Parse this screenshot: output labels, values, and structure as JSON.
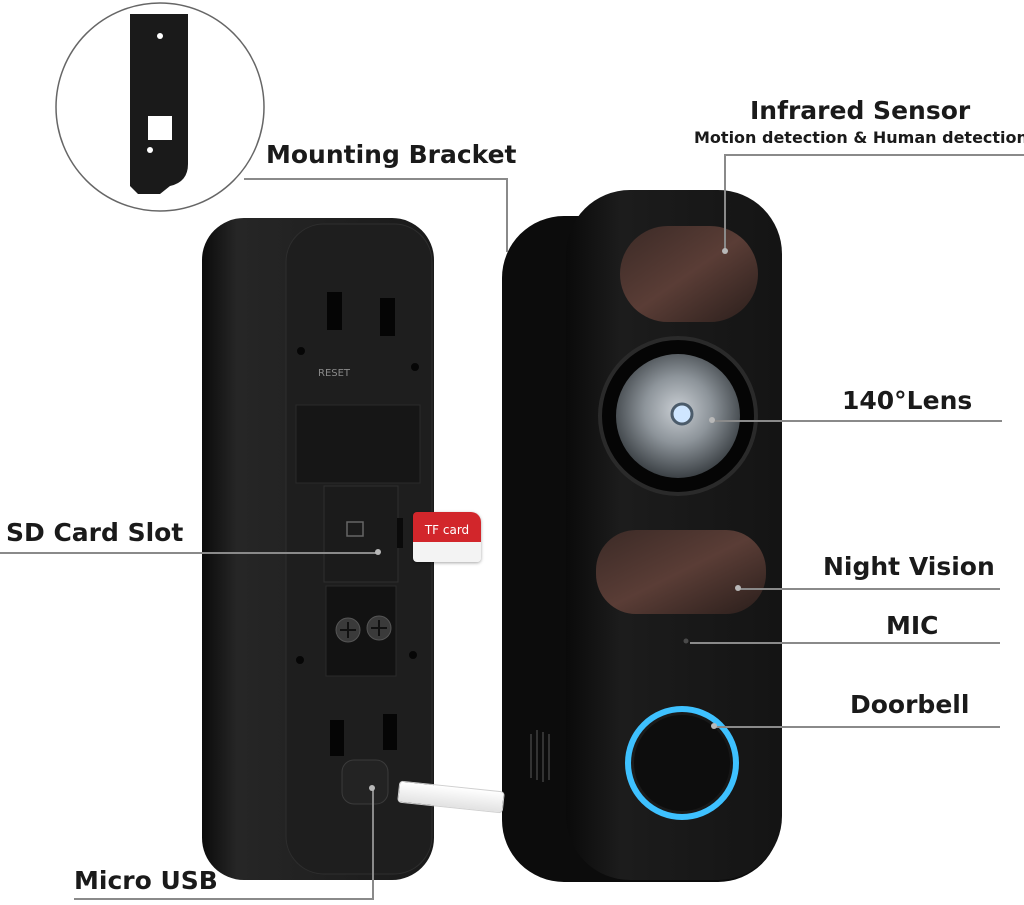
{
  "labels": {
    "infrared_title": "Infrared Sensor",
    "infrared_subtitle": "Motion detection & Human detection",
    "mounting_bracket": "Mounting Bracket",
    "lens": "140°Lens",
    "sd_card_slot": "SD Card Slot",
    "night_vision": "Night Vision",
    "mic": "MIC",
    "doorbell": "Doorbell",
    "micro_usb": "Micro USB"
  },
  "device": {
    "reset_text": "RESET",
    "tf_card_text": "TF card"
  },
  "colors": {
    "device_body": "#111111",
    "ring_light": "#3ec1ff",
    "tf_card_red": "#d2262b",
    "leader_line": "#8a8a8a"
  }
}
